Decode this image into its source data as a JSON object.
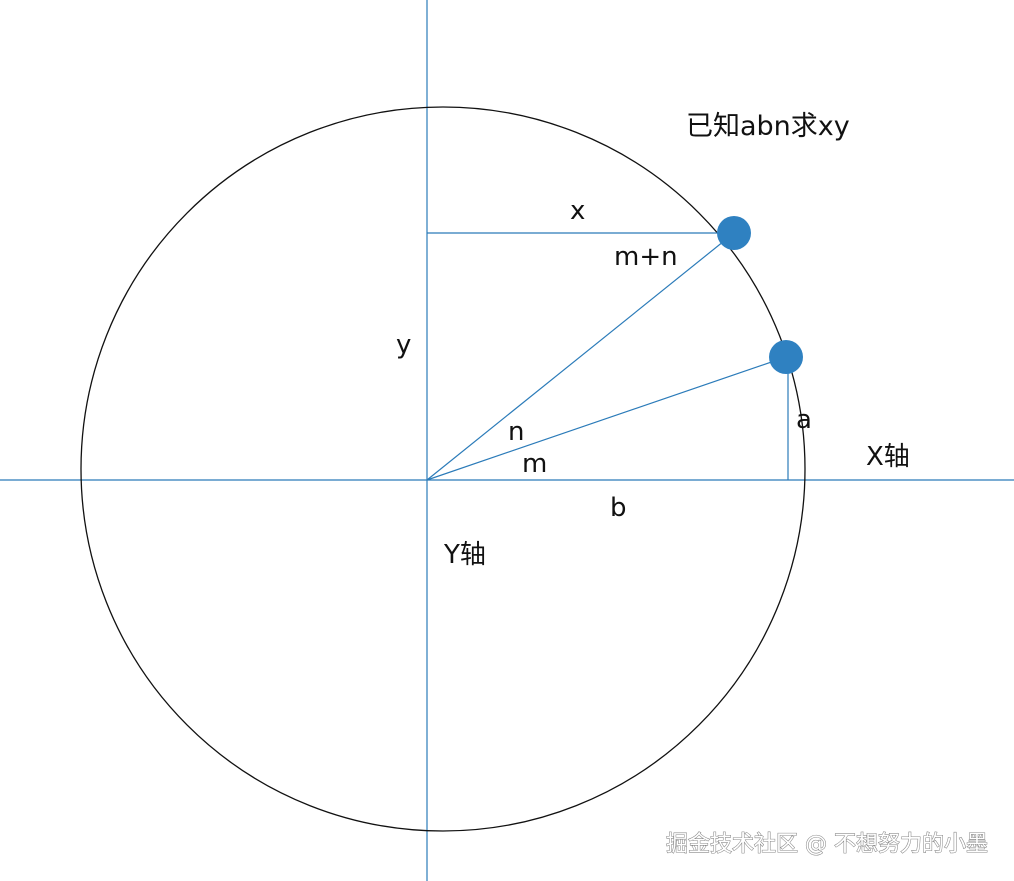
{
  "title": "已知abn求xy",
  "labels": {
    "x": "x",
    "y": "y",
    "m_plus_n": "m+n",
    "n": "n",
    "m": "m",
    "a": "a",
    "b": "b",
    "x_axis": "X轴",
    "y_axis": "Y轴"
  },
  "watermark": "掘金技术社区 @ 不想努力的小墨",
  "colors": {
    "axis": "#2b7bb9",
    "circle": "#111111",
    "point": "#2f81c1"
  }
}
